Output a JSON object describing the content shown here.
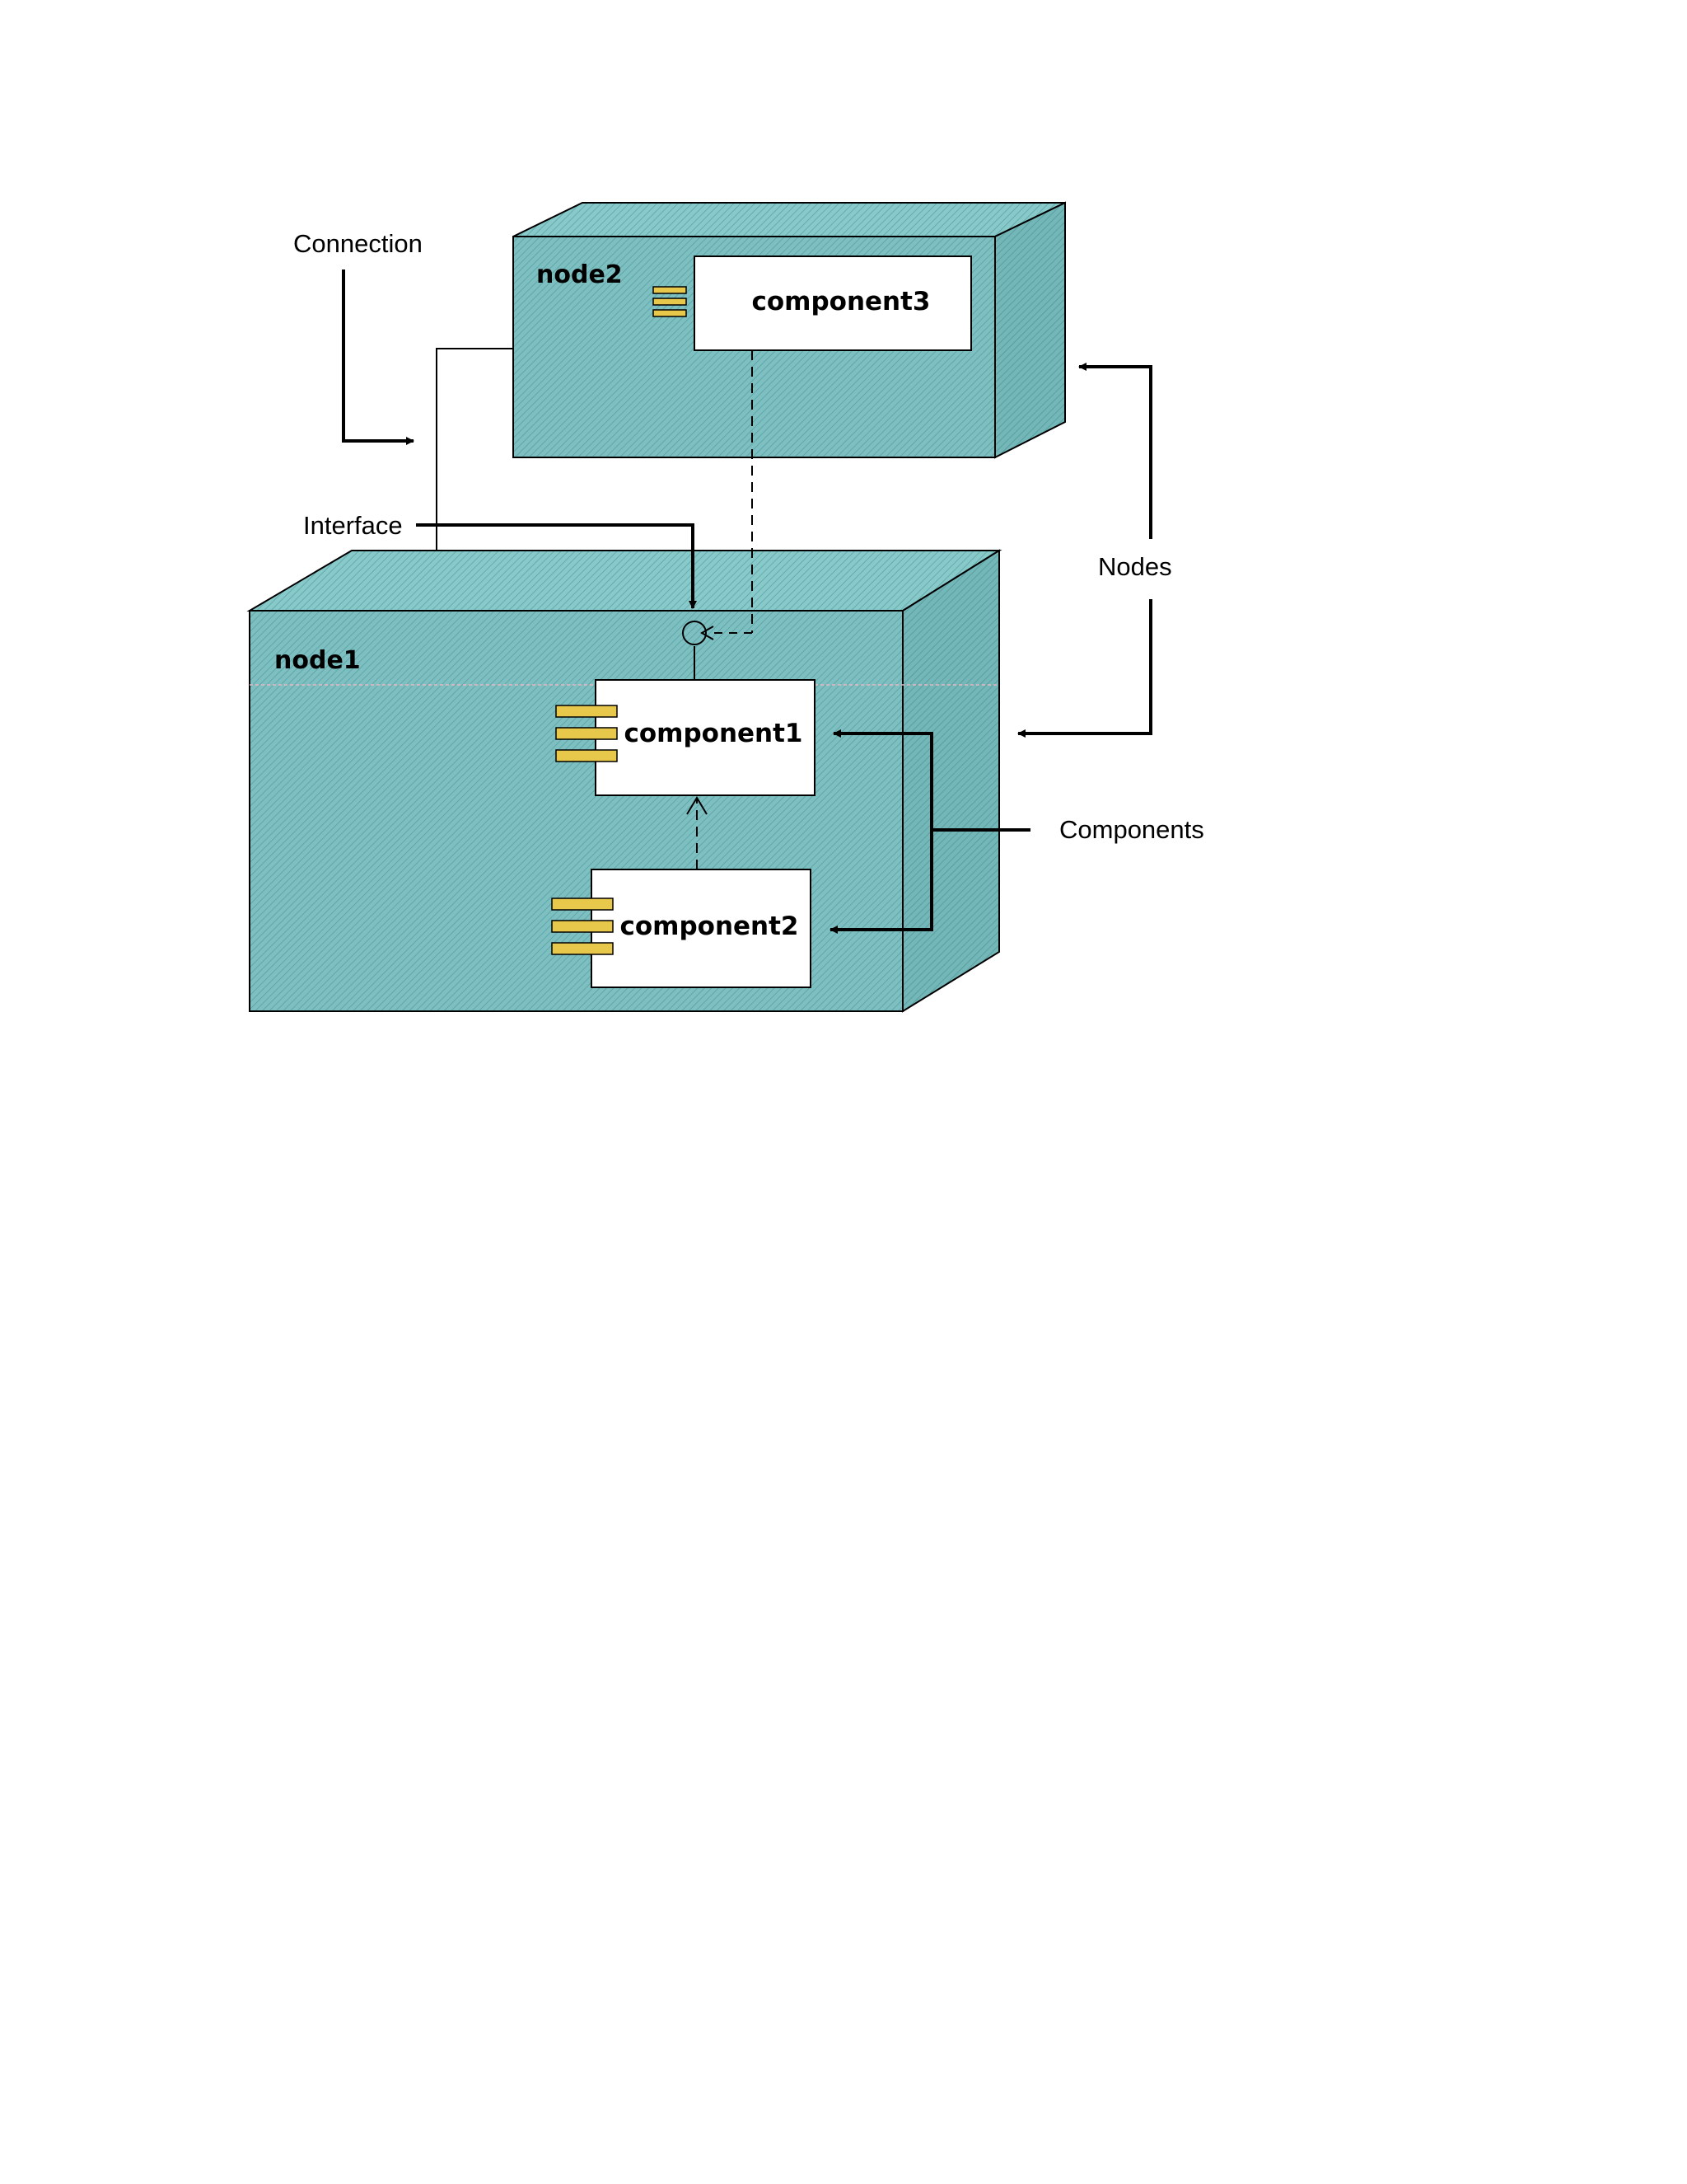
{
  "colors": {
    "node_fill": "#7ec0c2",
    "node_side": "#6db3b5",
    "node_top": "#8acbcc",
    "component_fill": "#ffffff",
    "component_tab": "#e8c84a",
    "line": "#000000"
  },
  "nodes": [
    {
      "id": "node2",
      "label": "node2"
    },
    {
      "id": "node1",
      "label": "node1"
    }
  ],
  "components": [
    {
      "id": "component3",
      "label": "component3",
      "node": "node2"
    },
    {
      "id": "component1",
      "label": "component1",
      "node": "node1"
    },
    {
      "id": "component2",
      "label": "component2",
      "node": "node1"
    }
  ],
  "annotations": {
    "connection": "Connection",
    "interface": "Interface",
    "nodes": "Nodes",
    "components": "Components"
  }
}
